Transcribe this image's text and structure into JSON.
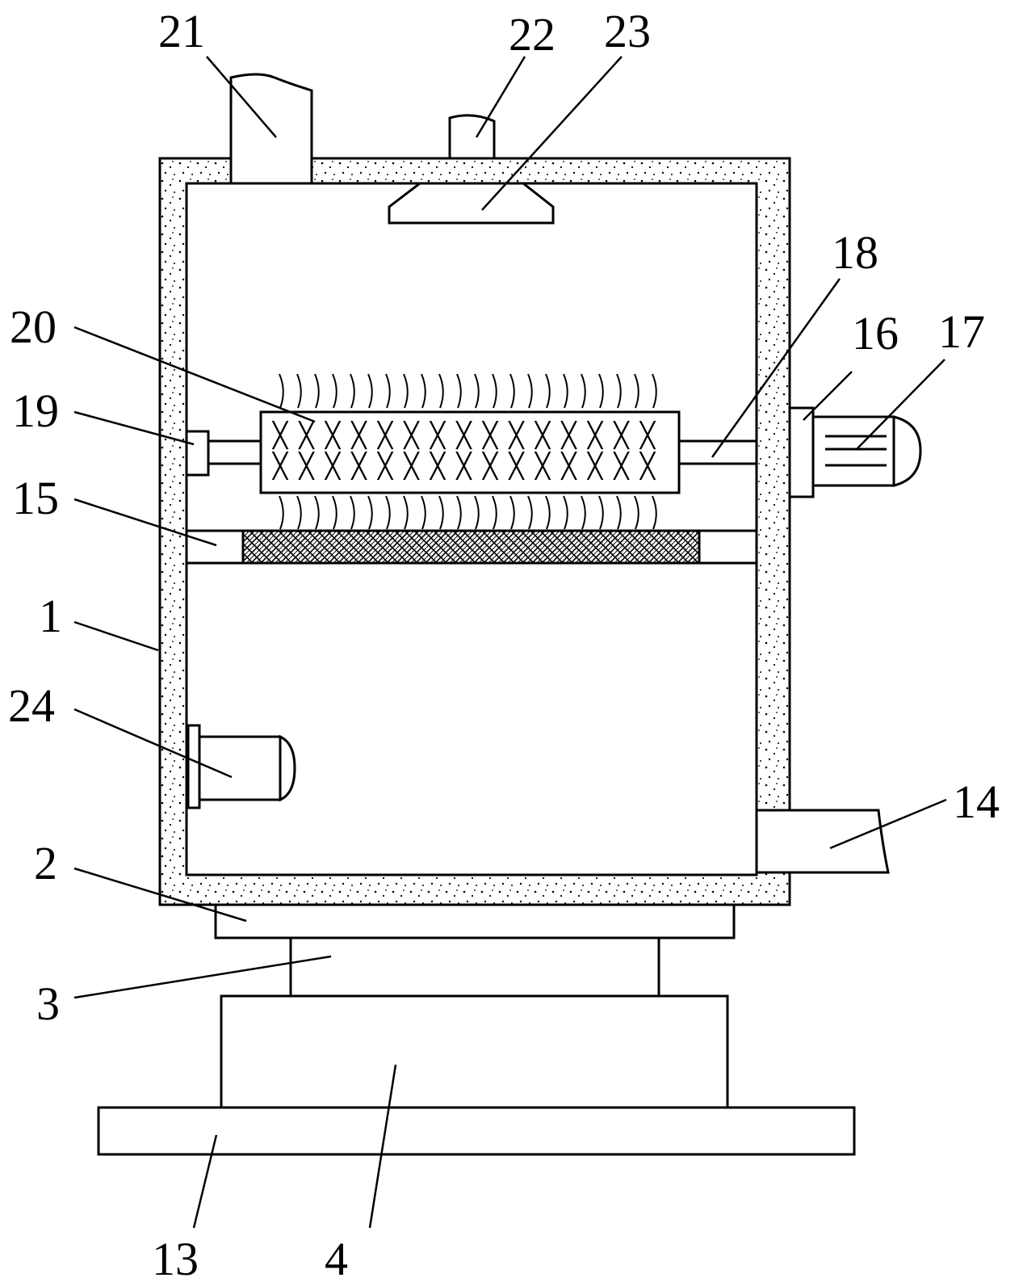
{
  "labels": {
    "l1": "1",
    "l2": "2",
    "l3": "3",
    "l4": "4",
    "l13": "13",
    "l14": "14",
    "l15": "15",
    "l16": "16",
    "l17": "17",
    "l18": "18",
    "l19": "19",
    "l20": "20",
    "l21": "21",
    "l22": "22",
    "l23": "23",
    "l24": "24"
  }
}
